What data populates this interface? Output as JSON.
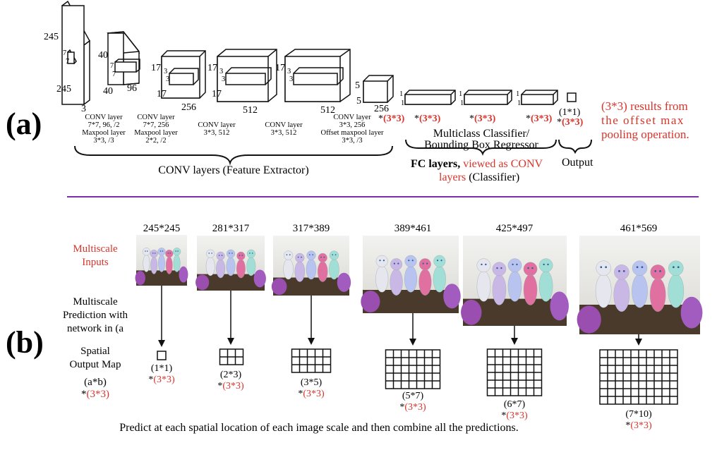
{
  "panel_a": {
    "label": "(a)",
    "dims": {
      "input_h": "245",
      "input_w": "245",
      "input_d": "3",
      "c1_h": "40",
      "c1_w": "40",
      "c1_d": "96",
      "c2_h": "17",
      "c2_w": "17",
      "c2_d": "256",
      "c3_h": "17",
      "c3_w": "17",
      "c3_d": "512",
      "c4_h": "17",
      "c4_d": "512",
      "c5_h": "5",
      "c5_w": "5",
      "c5_d": "256",
      "k7": "7",
      "k3": "3",
      "one": "1"
    },
    "layers": [
      {
        "lines": [
          "CONV layer",
          "7*7, 96, /2",
          "Maxpool layer",
          "3*3, /3"
        ]
      },
      {
        "lines": [
          "CONV layer",
          "7*7, 256",
          "Maxpool layer",
          "2*2, /2"
        ]
      },
      {
        "lines": [
          "CONV layer",
          "3*3, 512"
        ]
      },
      {
        "lines": [
          "CONV layer",
          "3*3, 512"
        ]
      },
      {
        "lines": [
          "CONV layer",
          "3*3, 256",
          "Offset maxpool layer",
          "3*3, /3"
        ]
      }
    ],
    "mult_star": "*",
    "mult_red": "(3*3)",
    "output_size": "(1*1)",
    "conv_group_label": "CONV layers (Feature Extractor)",
    "fc_title_line1": "Multiclass Classifier/",
    "fc_title_line2": "Bounding Box Regressor",
    "fc_label_black": "FC layers,",
    "fc_label_red1": "viewed as CONV",
    "fc_label_red2": "layers",
    "fc_label_black2": "(Classifier)",
    "output_label": "Output",
    "note_lines": [
      "(3*3) results from",
      "the offset max",
      "pooling operation."
    ]
  },
  "panel_b": {
    "label": "(b)",
    "row_inputs": "Multiscale Inputs",
    "row_inputs_lines": [
      "Multiscale",
      "Inputs"
    ],
    "row_pred_lines": [
      "Multiscale",
      "Prediction with",
      "network in (a"
    ],
    "row_spatial_lines": [
      "Spatial",
      "Output Map"
    ],
    "row_ab": "(a*b)",
    "row_ab_star": "*",
    "row_ab_red": "(3*3)",
    "scales": [
      {
        "size": "245*245",
        "grid": "(1*1)",
        "rows": 1,
        "cols": 1
      },
      {
        "size": "281*317",
        "grid": "(2*3)",
        "rows": 2,
        "cols": 3
      },
      {
        "size": "317*389",
        "grid": "(3*5)",
        "rows": 3,
        "cols": 5
      },
      {
        "size": "389*461",
        "grid": "(5*7)",
        "rows": 5,
        "cols": 7
      },
      {
        "size": "425*497",
        "grid": "(6*7)",
        "rows": 6,
        "cols": 7
      },
      {
        "size": "461*569",
        "grid": "(7*10)",
        "rows": 7,
        "cols": 10
      }
    ],
    "mult_star": "*",
    "mult_red": "(3*3)",
    "caption": "Predict at each spatial location of each image scale and then combine all the predictions."
  },
  "colors": {
    "red": "#d9342b",
    "divider": "#7b2fa8",
    "ink": "#111111"
  }
}
